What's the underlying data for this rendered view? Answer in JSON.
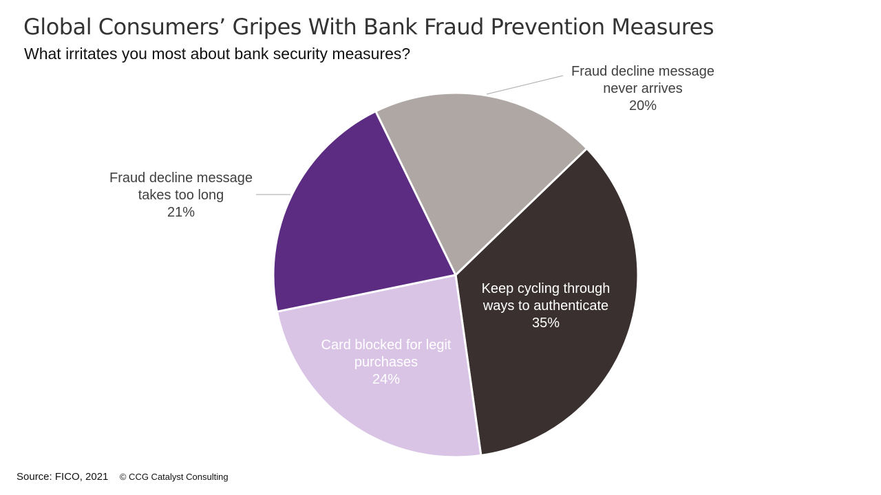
{
  "chart_data": {
    "type": "pie",
    "title": "Global Consumers’ Gripes With Bank Fraud Prevention Measures",
    "subtitle": "What irritates you most about bank security measures?",
    "slices": [
      {
        "label": [
          "Keep cycling through",
          "ways to authenticate"
        ],
        "value": 35,
        "value_label": "35%",
        "color": "#3a3030",
        "label_color": "#ffffff"
      },
      {
        "label": [
          "Card blocked for legit",
          "purchases"
        ],
        "value": 24,
        "value_label": "24%",
        "color": "#d9c4e6",
        "label_color": "#ffffff"
      },
      {
        "label": [
          "Fraud decline message",
          "takes too long"
        ],
        "value": 21,
        "value_label": "21%",
        "color": "#5b2c82",
        "label_color": "#404040"
      },
      {
        "label": [
          "Fraud decline message",
          "never arrives"
        ],
        "value": 20,
        "value_label": "20%",
        "color": "#aea7a4",
        "label_color": "#404040"
      }
    ]
  },
  "footer": {
    "source": "Source: FICO, 2021",
    "copyright": "© CCG Catalyst Consulting"
  }
}
